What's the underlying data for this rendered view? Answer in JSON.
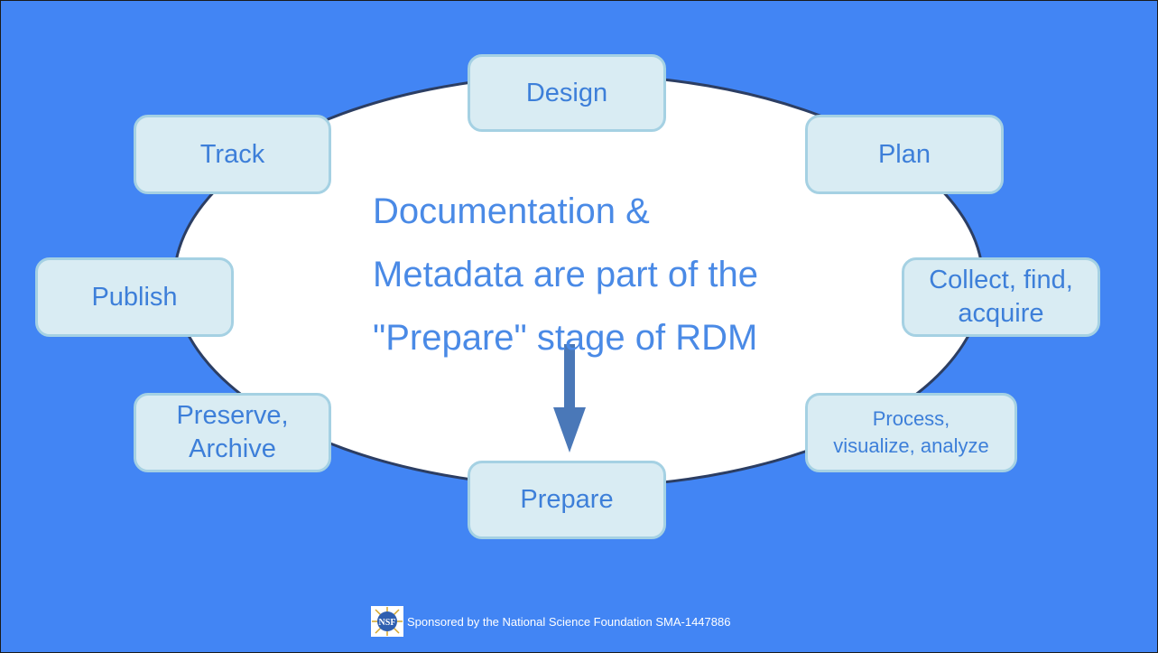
{
  "diagram": {
    "center_text": [
      "Documentation &",
      "Metadata are part of the",
      "\"Prepare\" stage of RDM"
    ],
    "stages": {
      "design": "Design",
      "plan": "Plan",
      "collect": [
        "Collect, find,",
        "acquire"
      ],
      "process": [
        "Process,",
        "visualize, analyze"
      ],
      "prepare": "Prepare",
      "preserve": [
        "Preserve,",
        "Archive"
      ],
      "publish": "Publish",
      "track": "Track"
    }
  },
  "footer": {
    "text": "Sponsored by the National Science Foundation SMA-1447886",
    "logo_text": "NSF"
  },
  "colors": {
    "background": "#4285f4",
    "box_fill": "#d9ecf3",
    "box_border": "#a5d1e3",
    "text": "#3d7fd9",
    "arrow": "#4a78b8"
  }
}
